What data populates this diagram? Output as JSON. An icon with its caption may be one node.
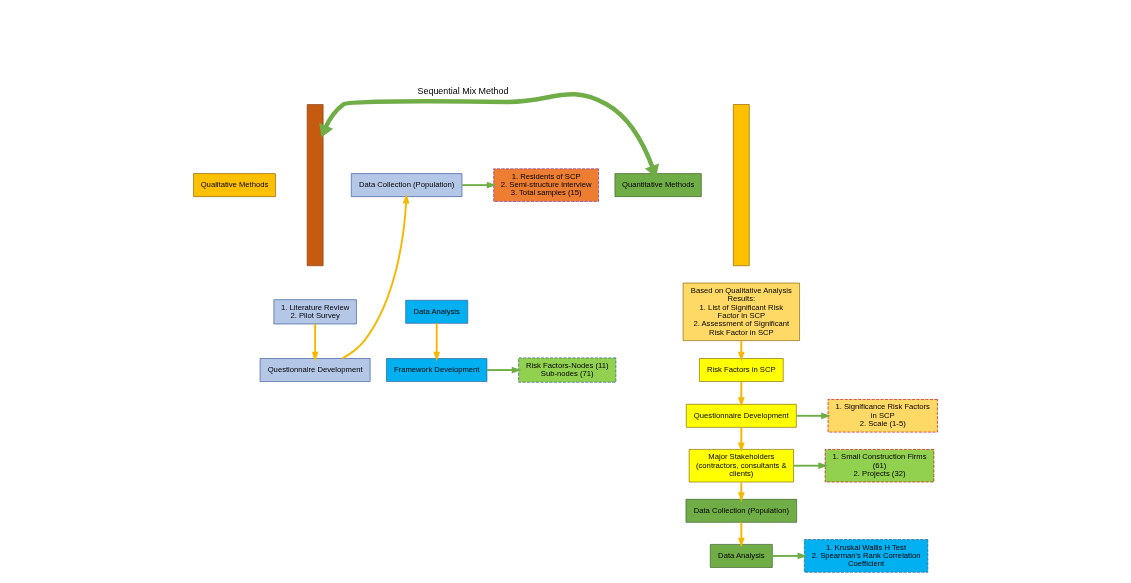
{
  "diagram": {
    "nodes": [
      {
        "text": [
          "Qualitative Methods"
        ]
      },
      {
        "text": [],
        "shape": "bar"
      },
      {
        "text": [
          "1. Literature Review",
          "2. Pilot Survey"
        ]
      },
      {
        "text": [
          "Questionnaire Development"
        ]
      },
      {
        "text": [
          "Data Collection (Population)"
        ]
      },
      {
        "text": [
          "1. Residents of SCP",
          "2. Semi-structure interview",
          "3. Total samples (15)"
        ]
      },
      {
        "text": [
          "Data Analysis"
        ]
      },
      {
        "text": [
          "Framework Development"
        ]
      },
      {
        "text": [
          "Risk Factors-Nodes (11)",
          "Sub-nodes (71)"
        ]
      },
      {
        "text": [
          "Quantitative Methods"
        ]
      },
      {
        "text": [],
        "shape": "bar"
      },
      {
        "text": [
          "Based on Qualitative Analysis Results:",
          "1. List of Significant Risk Factor in SCP",
          "2. Assessment of Significant Risk Factor in SCP"
        ]
      },
      {
        "text": [
          "Risk Factors in SCP"
        ]
      },
      {
        "text": [
          "Questionnaire Development"
        ]
      },
      {
        "text": [
          "1. Significance Risk Factors in SCP",
          "2. Scale (1-5)"
        ]
      },
      {
        "text": [
          "Major Stakeholders (contractors, consultants & clients)"
        ]
      },
      {
        "text": [
          "1. Small Construction Firms (61)",
          "2. Projects (32)"
        ]
      },
      {
        "text": [
          "Data Collection (Population)"
        ]
      },
      {
        "text": [
          "Data Analysis"
        ]
      },
      {
        "text": [
          "1. Kruskal Wallis H Test",
          "2. Spearman's Rank Correlation Coefficient"
        ]
      }
    ],
    "edges": [
      {
        "from": 2,
        "to": 3,
        "arrow": "to"
      },
      {
        "from": 3,
        "to": 4,
        "arrow": "to"
      },
      {
        "from": 4,
        "to": 5,
        "arrow": "to",
        "color": "#70ad47"
      },
      {
        "from": 1,
        "to": 9,
        "arrow": "both",
        "label": "Sequential Mix Method",
        "style": "thick",
        "color": "#70ad47"
      },
      {
        "from": 6,
        "to": 7,
        "arrow": "to"
      },
      {
        "from": 7,
        "to": 8,
        "arrow": "to",
        "color": "#70ad47"
      },
      {
        "from": 11,
        "to": 12,
        "arrow": "to"
      },
      {
        "from": 12,
        "to": 13,
        "arrow": "to"
      },
      {
        "from": 13,
        "to": 14,
        "arrow": "to",
        "color": "#70ad47"
      },
      {
        "from": 13,
        "to": 15,
        "arrow": "to"
      },
      {
        "from": 15,
        "to": 16,
        "arrow": "to",
        "color": "#70ad47"
      },
      {
        "from": 15,
        "to": 17,
        "arrow": "to"
      },
      {
        "from": 17,
        "to": 18,
        "arrow": "to"
      },
      {
        "from": 18,
        "to": 19,
        "arrow": "to",
        "color": "#70ad47"
      }
    ]
  }
}
